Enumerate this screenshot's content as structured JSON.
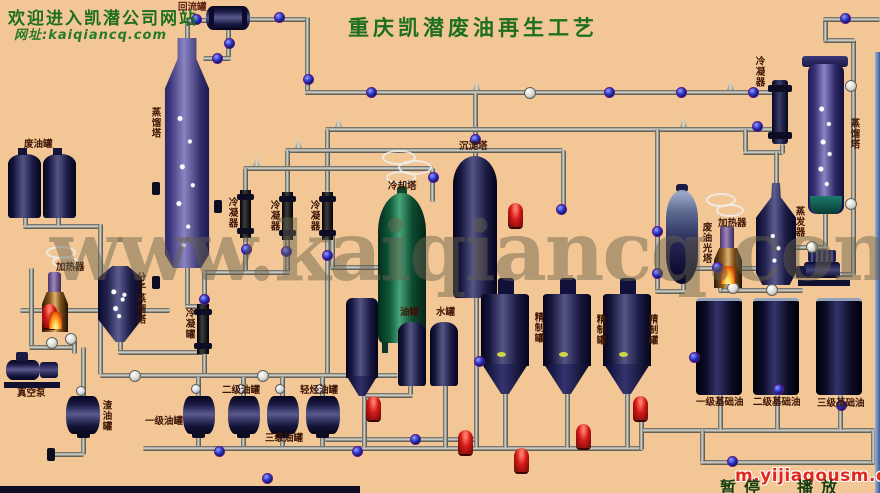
{
  "header": {
    "welcome_title": "欢迎进入凯潜公司网站",
    "site_url": "网址:kaiqiancq.com",
    "main_title": "重庆凯潜废油再生工艺"
  },
  "watermarks": {
    "center": "www.kaiqiancq.com",
    "bottom_right": "m.yijiagousm.com"
  },
  "controls": {
    "pause_label": "暂停",
    "play_label": "播放"
  },
  "labels": {
    "reflux_drum": "回流罐",
    "waste_oil_tanks": "废油罐",
    "distillation_tower": "蒸馏塔",
    "heater": "加热器",
    "molecular_tower": "分子蒸馏塔",
    "condenser": "冷凝器",
    "condenser_tank": "冷凝罐",
    "cooling_tower": "冷却塔",
    "settling_tower": "沉淀塔",
    "oil_tank": "油罐",
    "water_tank": "水罐",
    "vacuum_pump": "真空泵",
    "residue_tank": "渣油罐",
    "grade1_tank": "一级油罐",
    "grade2_tank": "二级油罐",
    "grade3_tank": "三级油罐",
    "light_oil_tank": "轻烃油罐",
    "refining_tank": "精制罐",
    "waste_oil_column": "废油光塔",
    "evaporator": "蒸发器",
    "base_oil_1": "一级基础油",
    "base_oil_2": "二级基础油",
    "base_oil_3": "三级基础油"
  },
  "colors": {
    "background": "#f3c795",
    "title_green": "#1d6e1f",
    "pipe_gray": "#90908 6",
    "vessel_navy": "#1b1b45",
    "cooling_green": "#0e5a3a",
    "pump_red": "#d41a1a",
    "valve_blue": "#2a35c8",
    "watermark_red": "#e0281e"
  }
}
